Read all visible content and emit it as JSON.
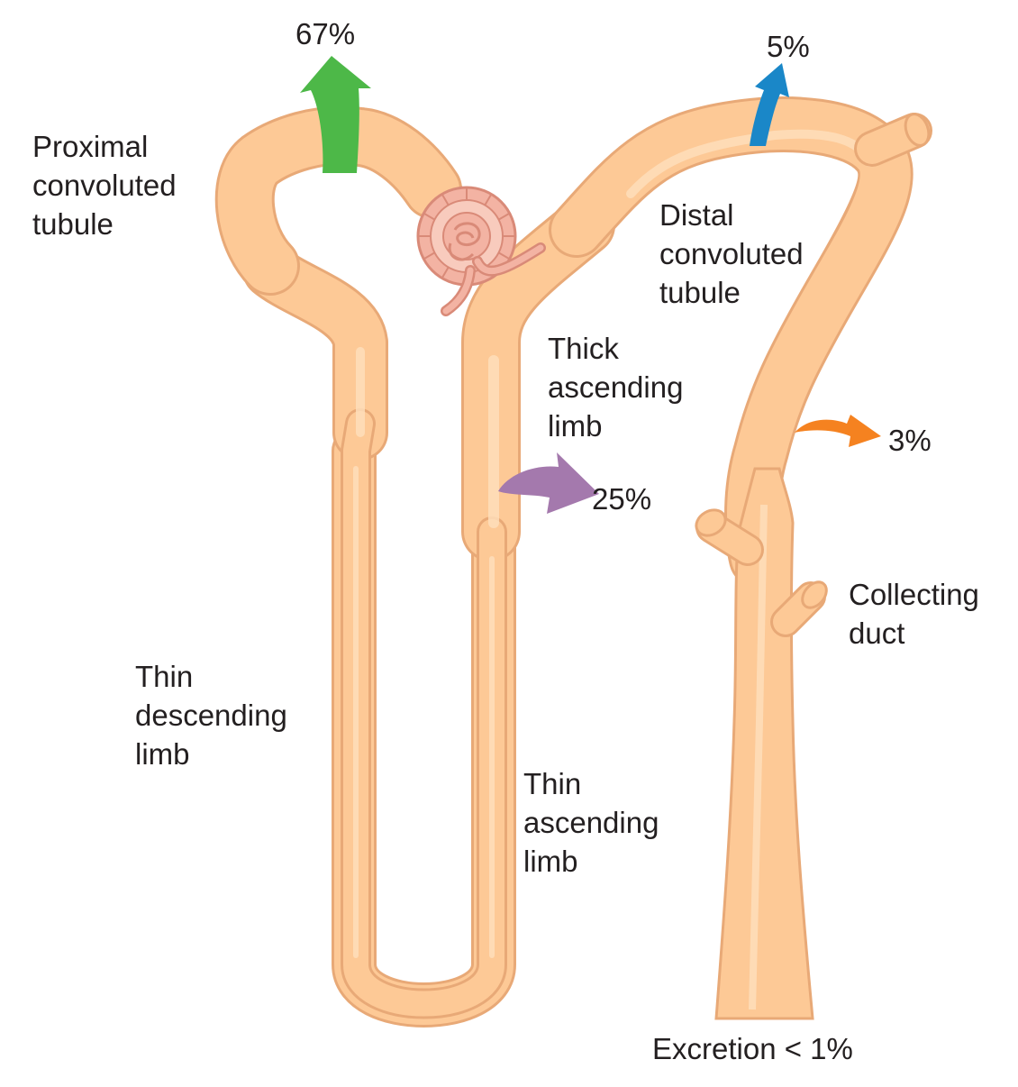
{
  "labels": {
    "pct_proximal": "67%",
    "pct_distal": "5%",
    "pct_thick": "25%",
    "pct_collecting": "3%",
    "excretion": "Excretion < 1%",
    "proximal": [
      "Proximal",
      "convoluted",
      "tubule"
    ],
    "distal": [
      "Distal",
      "convoluted",
      "tubule"
    ],
    "thick_ascending": [
      "Thick",
      "ascending",
      "limb"
    ],
    "thin_descending": [
      "Thin",
      "descending",
      "limb"
    ],
    "thin_ascending": [
      "Thin",
      "ascending",
      "limb"
    ],
    "collecting": [
      "Collecting",
      "duct"
    ]
  },
  "colors": {
    "tubule_fill": "#fdc996",
    "tubule_outline": "#e8a977",
    "tubule_highlight": "#fee0bd",
    "glomerulus": "#f3b3a3",
    "glomerulus_outline": "#d98a78",
    "arrow_proximal": "#4db848",
    "arrow_distal": "#1a87c8",
    "arrow_thick": "#a479ad",
    "arrow_collecting": "#f58220"
  }
}
